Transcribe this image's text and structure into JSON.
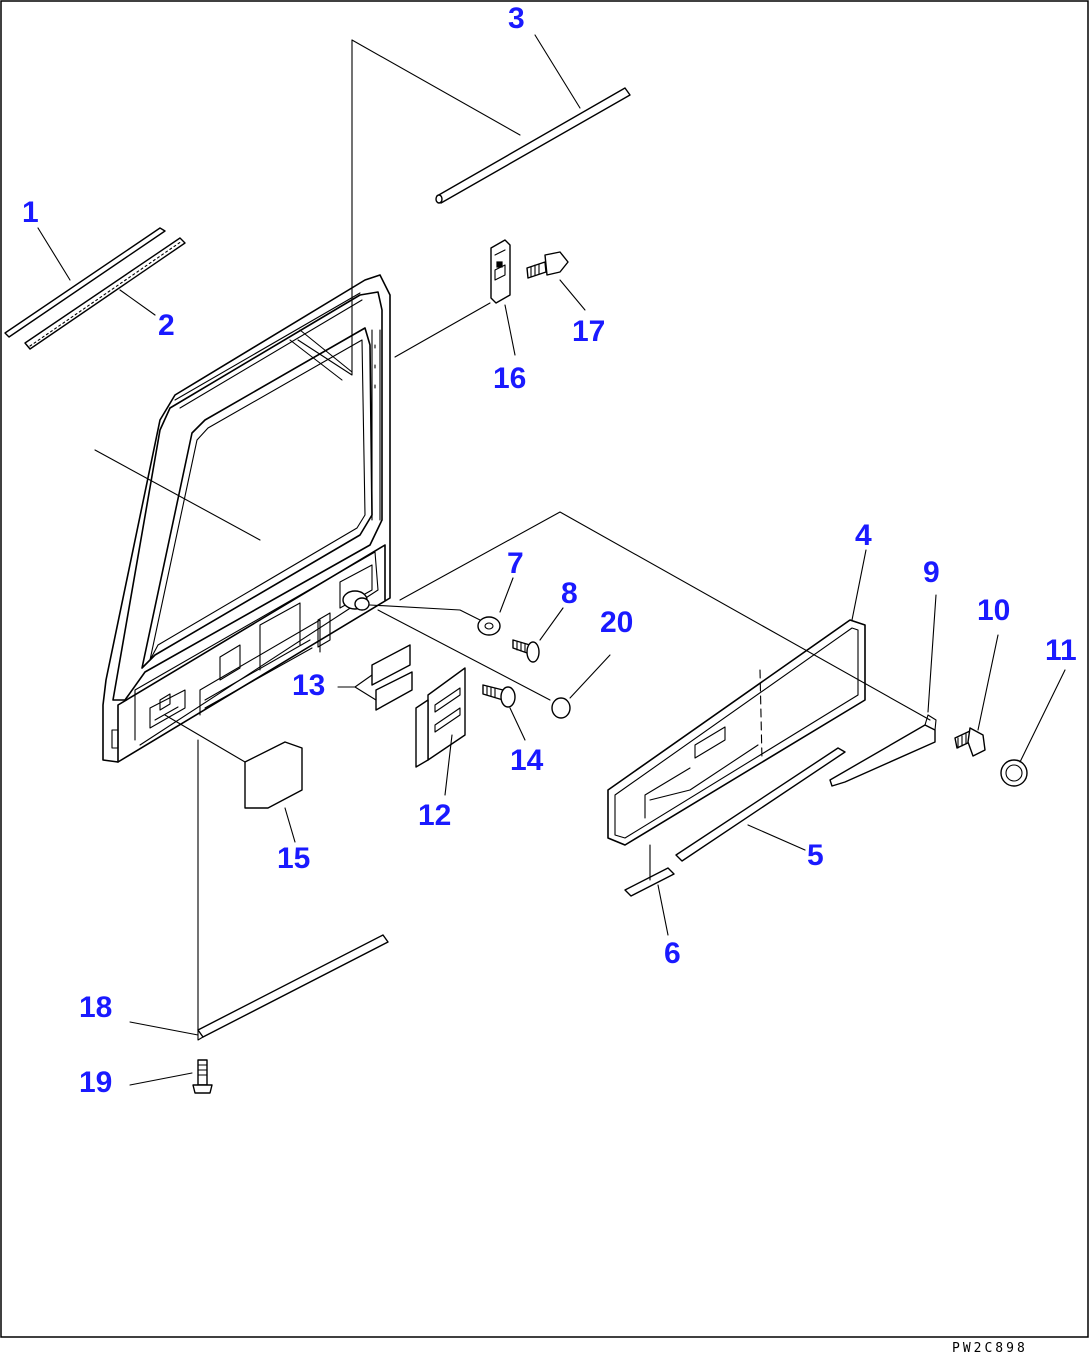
{
  "diagram": {
    "callouts": [
      {
        "id": "c1",
        "label": "1"
      },
      {
        "id": "c2",
        "label": "2"
      },
      {
        "id": "c3",
        "label": "3"
      },
      {
        "id": "c4",
        "label": "4"
      },
      {
        "id": "c5",
        "label": "5"
      },
      {
        "id": "c6",
        "label": "6"
      },
      {
        "id": "c7",
        "label": "7"
      },
      {
        "id": "c8",
        "label": "8"
      },
      {
        "id": "c9",
        "label": "9"
      },
      {
        "id": "c10",
        "label": "10"
      },
      {
        "id": "c11",
        "label": "11"
      },
      {
        "id": "c12",
        "label": "12"
      },
      {
        "id": "c13",
        "label": "13"
      },
      {
        "id": "c14",
        "label": "14"
      },
      {
        "id": "c15",
        "label": "15"
      },
      {
        "id": "c16",
        "label": "16"
      },
      {
        "id": "c17",
        "label": "17"
      },
      {
        "id": "c18",
        "label": "18"
      },
      {
        "id": "c19",
        "label": "19"
      },
      {
        "id": "c20",
        "label": "20"
      }
    ],
    "drawing_code": "PW2C898",
    "colors": {
      "callout": "#1a1aff",
      "line": "#000000",
      "background": "#ffffff"
    }
  }
}
